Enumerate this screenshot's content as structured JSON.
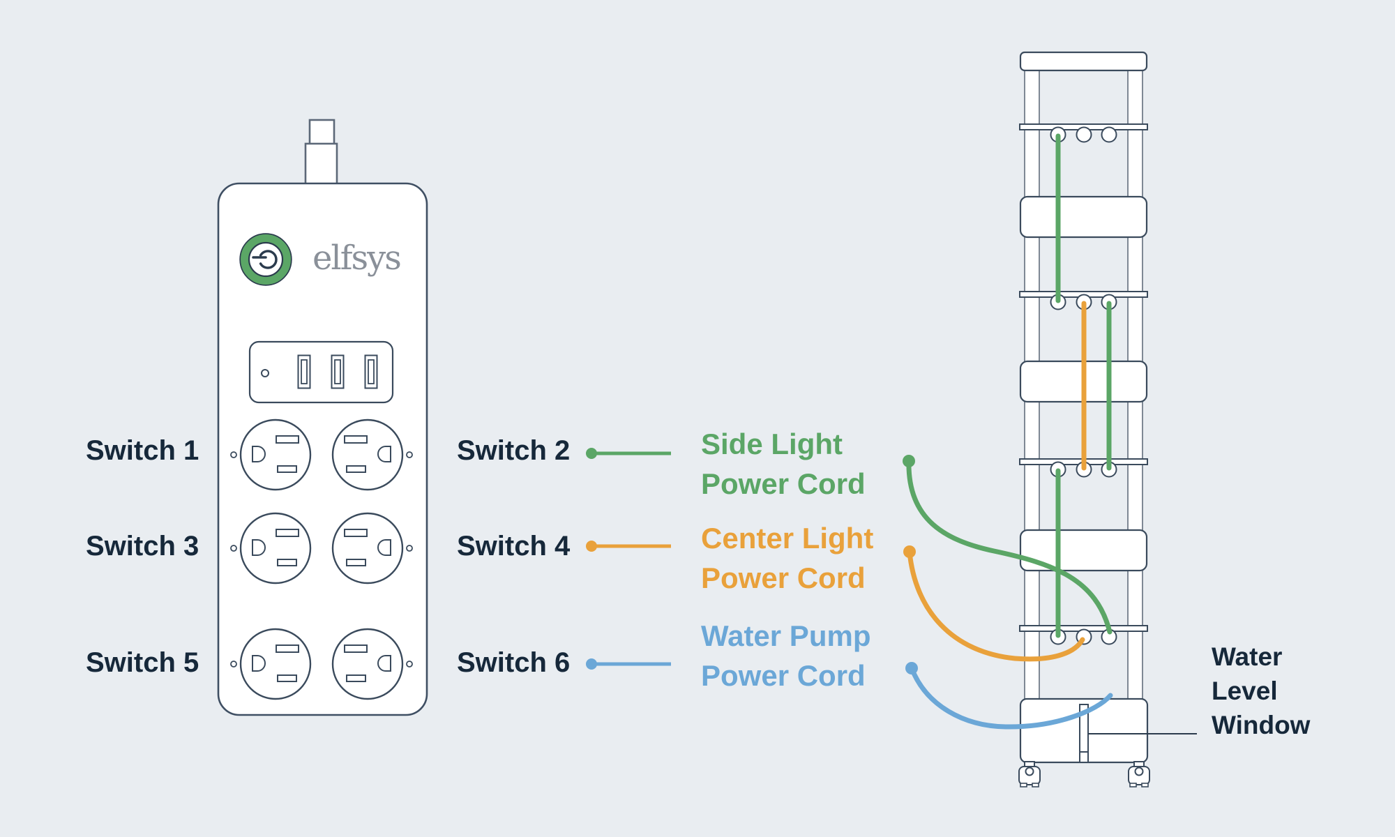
{
  "colors": {
    "background": "#E9EDF1",
    "side_light_green": "#5BA666",
    "center_light_orange": "#E9A13B",
    "water_pump_blue": "#6BA7D7",
    "label_navy": "#16283A",
    "outline_dark": "#3A4A5C",
    "tower_post_gray": "#7E8894",
    "logo_gray": "#8A9099"
  },
  "power_strip": {
    "brand": "elfsys",
    "usb_port_count": 3,
    "outlet_count": 6,
    "power_button_icon": "power-icon",
    "switches_left": [
      "Switch 1",
      "Switch 3",
      "Switch 5"
    ],
    "switches_right": [
      "Switch 2",
      "Switch 4",
      "Switch 6"
    ]
  },
  "cord_labels": [
    {
      "switch": "Switch 2",
      "line1": "Side Light",
      "line2": "Power Cord",
      "color": "#5BA666"
    },
    {
      "switch": "Switch 4",
      "line1": "Center Light",
      "line2": "Power Cord",
      "color": "#E9A13B"
    },
    {
      "switch": "Switch 6",
      "line1": "Water Pump",
      "line2": "Power Cord",
      "color": "#6BA7D7"
    }
  ],
  "tower": {
    "shelf_count": 4,
    "holes_per_shelf": 3,
    "water_level_label": {
      "line1": "Water",
      "line2": "Level",
      "line3": "Window"
    }
  }
}
